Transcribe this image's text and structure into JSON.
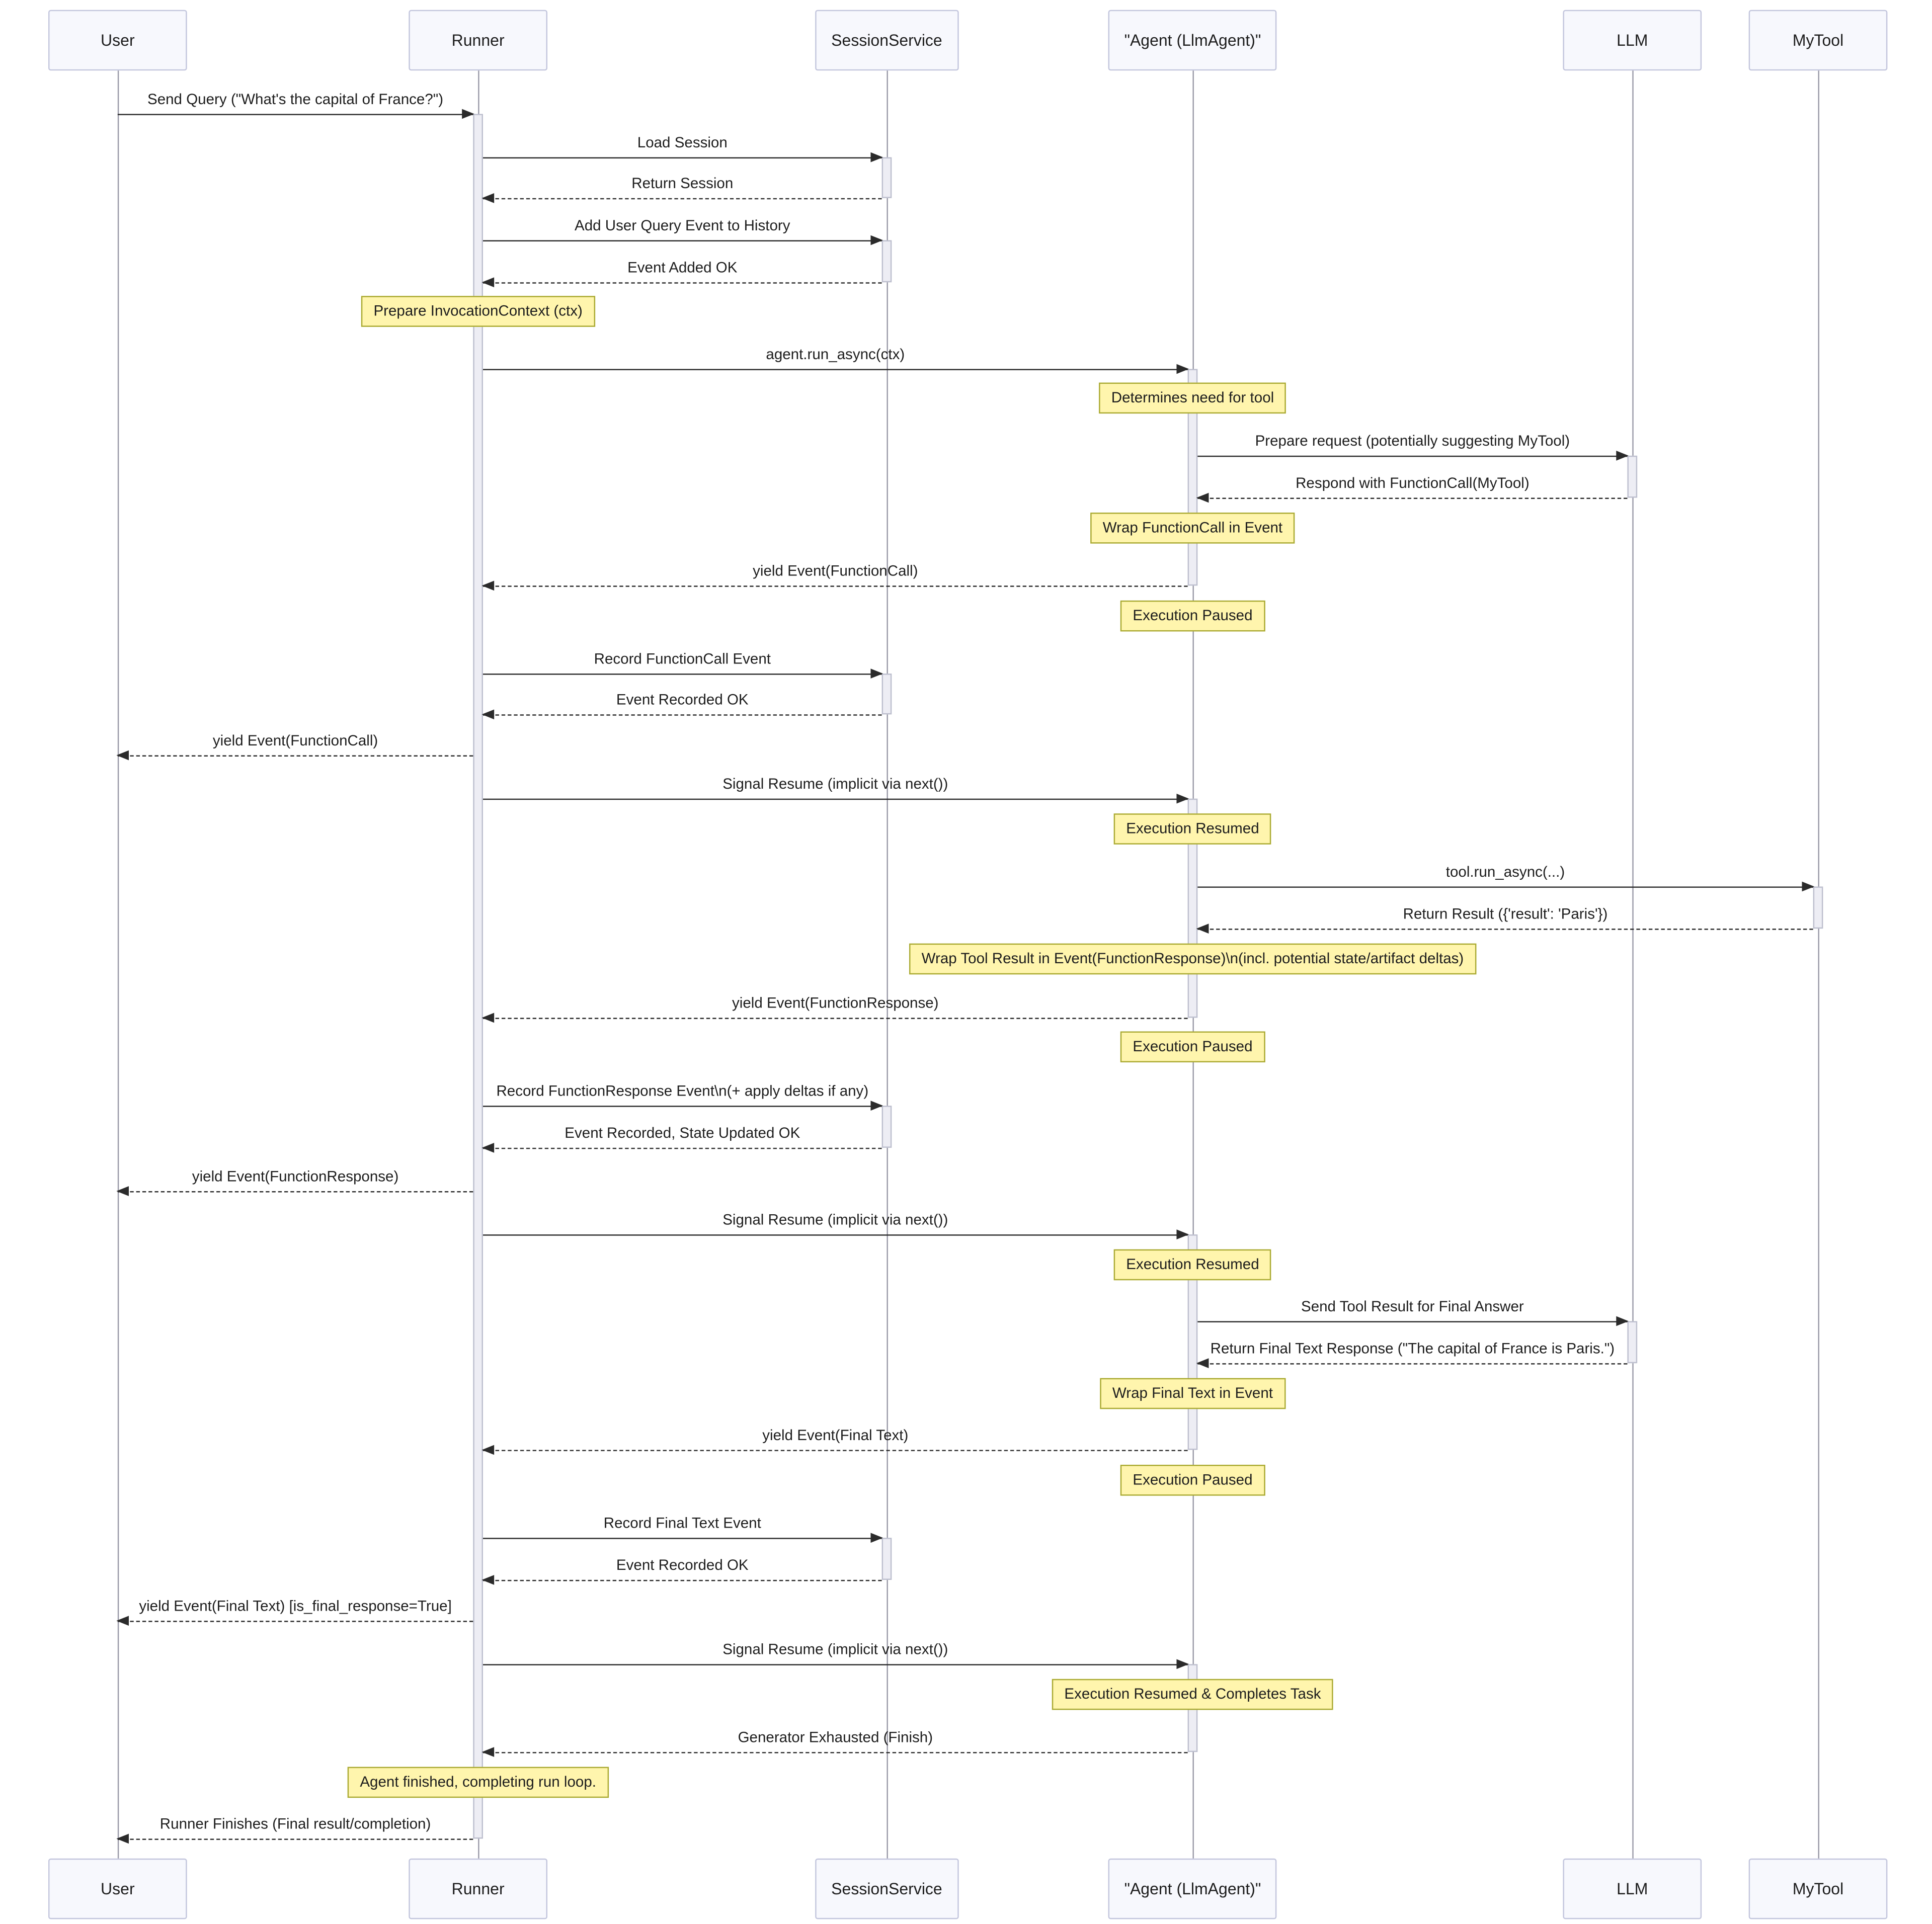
{
  "diagram": {
    "title": "",
    "participants": [
      {
        "label": "User"
      },
      {
        "label": "Runner"
      },
      {
        "label": "SessionService"
      },
      {
        "label": "\"Agent (LlmAgent)\""
      },
      {
        "label": "LLM"
      },
      {
        "label": "MyTool"
      }
    ],
    "messages": [
      {
        "label": "Send Query (\"What's the capital of France?\")",
        "type": "solid"
      },
      {
        "label": "Load Session",
        "type": "solid"
      },
      {
        "label": "Return Session",
        "type": "dashed"
      },
      {
        "label": "Add User Query Event to History",
        "type": "solid"
      },
      {
        "label": "Event Added OK",
        "type": "dashed"
      },
      {
        "label": "agent.run_async(ctx)",
        "type": "solid"
      },
      {
        "label": "Prepare request (potentially suggesting MyTool)",
        "type": "solid"
      },
      {
        "label": "Respond with FunctionCall(MyTool)",
        "type": "dashed"
      },
      {
        "label": "yield Event(FunctionCall)",
        "type": "dashed"
      },
      {
        "label": "Record FunctionCall Event",
        "type": "solid"
      },
      {
        "label": "Event Recorded OK",
        "type": "dashed"
      },
      {
        "label": "yield Event(FunctionCall)",
        "type": "dashed"
      },
      {
        "label": "Signal Resume (implicit via next())",
        "type": "solid"
      },
      {
        "label": "tool.run_async(...)",
        "type": "solid"
      },
      {
        "label": "Return Result ({'result': 'Paris'})",
        "type": "dashed"
      },
      {
        "label": "yield Event(FunctionResponse)",
        "type": "dashed"
      },
      {
        "label": "Record FunctionResponse Event\\n(+ apply deltas if any)",
        "type": "solid"
      },
      {
        "label": "Event Recorded, State Updated OK",
        "type": "dashed"
      },
      {
        "label": "yield Event(FunctionResponse)",
        "type": "dashed"
      },
      {
        "label": "Signal Resume (implicit via next())",
        "type": "solid"
      },
      {
        "label": "Send Tool Result for Final Answer",
        "type": "solid"
      },
      {
        "label": "Return Final Text Response (\"The capital of France is Paris.\")",
        "type": "dashed"
      },
      {
        "label": "yield Event(Final Text)",
        "type": "dashed"
      },
      {
        "label": "Record Final Text Event",
        "type": "solid"
      },
      {
        "label": "Event Recorded OK",
        "type": "dashed"
      },
      {
        "label": "yield Event(Final Text) [is_final_response=True]",
        "type": "dashed"
      },
      {
        "label": "Signal Resume (implicit via next())",
        "type": "solid"
      },
      {
        "label": "Generator Exhausted (Finish)",
        "type": "dashed"
      },
      {
        "label": "Runner Finishes (Final result/completion)",
        "type": "dashed"
      }
    ],
    "notes": [
      {
        "label": "Prepare InvocationContext (ctx)"
      },
      {
        "label": "Determines need for tool"
      },
      {
        "label": "Wrap FunctionCall in Event"
      },
      {
        "label": "Execution Paused"
      },
      {
        "label": "Execution Resumed"
      },
      {
        "label": "Wrap Tool Result in Event(FunctionResponse)\\n(incl. potential state/artifact deltas)"
      },
      {
        "label": "Execution Paused"
      },
      {
        "label": "Execution Resumed"
      },
      {
        "label": "Wrap Final Text in Event"
      },
      {
        "label": "Execution Paused"
      },
      {
        "label": "Execution Resumed & Completes Task"
      },
      {
        "label": "Agent finished, completing run loop."
      }
    ],
    "colors": {
      "note_bg": "#fff5ad",
      "note_border": "#aaaa33",
      "actor_bg": "#f7f8fd",
      "actor_border": "#c3c6dd",
      "lifeline": "#9a9aa8",
      "activation_bg": "#ededf4",
      "activation_border": "#bdbfce",
      "line": "#2b2b2b"
    }
  }
}
